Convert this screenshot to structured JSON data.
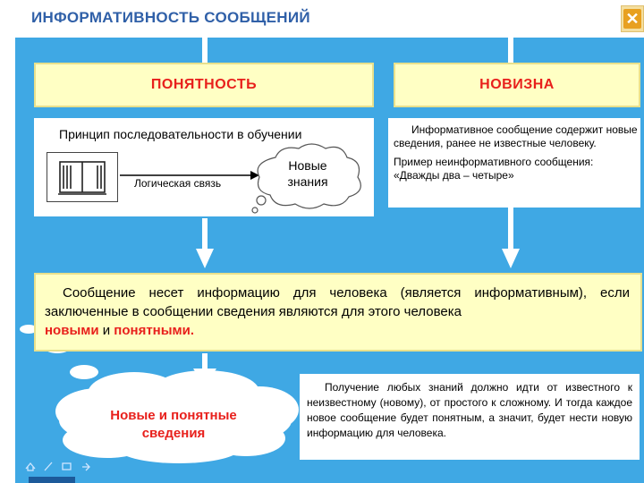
{
  "title": "ИНФОРМАТИВНОСТЬ СООБЩЕНИЙ",
  "close_symbol": "✕",
  "left_header": "ПОНЯТНОСТЬ",
  "right_header": "НОВИЗНА",
  "principle": "Принцип последовательности в обучении",
  "logic_link": "Логическая связь",
  "cloud_small": [
    "Новые",
    "знания"
  ],
  "novelty_lines": [
    "Информативное сообщение содержит новые сведения, ранее не известные человеку."
  ],
  "example": "Пример неинформативного сообщения: «Дважды два – четыре»",
  "main": {
    "line1": "Сообщение несет информацию для человека (является информативным), если заключенные в сообщении сведения являются для этого человека",
    "hl1": "новыми",
    "and": " и ",
    "hl2": "понятными."
  },
  "cloud_big": [
    "Новые и понятные",
    "сведения"
  ],
  "note": "Получение любых знаний должно идти от известного к неизвестному (новому), от простого к сложному. И тогда каждое новое сообщение будет понятным, а значит, будет нести новую информацию для человека.",
  "nav_icons": [
    "home-icon",
    "edit-icon",
    "slides-icon",
    "next-icon"
  ],
  "colors": {
    "board": "#3fa8e4",
    "header_fill": "#ffffc4",
    "accent": "#e8201c",
    "title": "#3060a8"
  }
}
